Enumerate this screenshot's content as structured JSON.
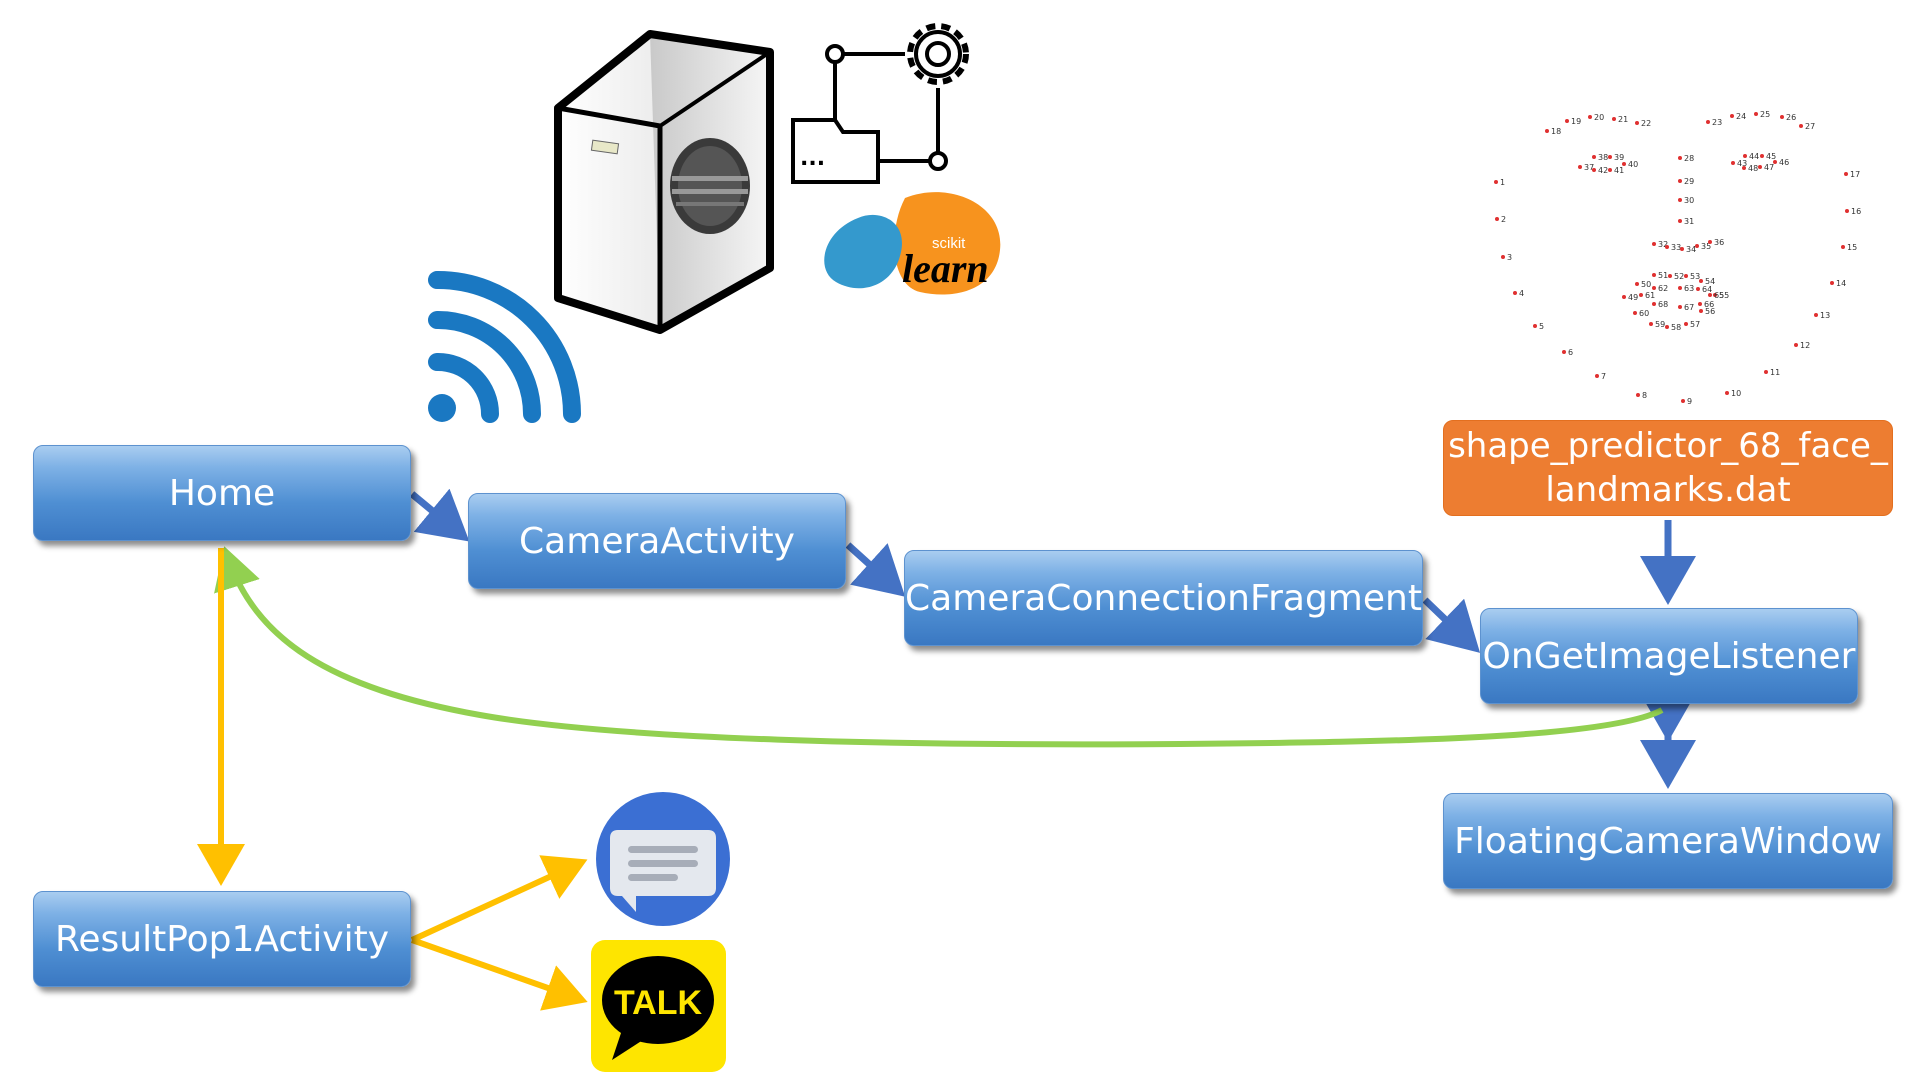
{
  "nodes": {
    "home": "Home",
    "camera_activity": "CameraActivity",
    "camera_connection_fragment": "CameraConnectionFragment",
    "on_get_image_listener": "OnGetImageListener",
    "floating_camera_window": "FloatingCameraWindow",
    "result_pop1_activity": "ResultPop1Activity",
    "shape_predictor": {
      "line1": "shape_predictor_68_face_",
      "line2": "landmarks.dat"
    }
  },
  "logos": {
    "sklearn_small": "scikit",
    "sklearn_main": "learn",
    "kakao_talk": "TALK",
    "config_dots": "..."
  },
  "icons": [
    "server-icon",
    "wifi-icon",
    "config-flow-icon",
    "gear-icon",
    "folder-icon",
    "scikit-learn-logo",
    "messages-app-icon",
    "kakaotalk-icon",
    "face-landmarks-map"
  ],
  "colors": {
    "node_blue": "#4f8fd3",
    "orange_box": "#ed7d31",
    "arrow_blue": "#4472c4",
    "arrow_yellow": "#ffc000",
    "arrow_green": "#92d050",
    "wifi_blue": "#1a78c2",
    "messages_blue": "#3b6fd3",
    "kakao_yellow": "#fee500",
    "sklearn_orange": "#f7931e",
    "sklearn_blue": "#3499cd"
  },
  "face_landmarks": [
    "1",
    "2",
    "3",
    "4",
    "5",
    "6",
    "7",
    "8",
    "9",
    "10",
    "11",
    "12",
    "13",
    "14",
    "15",
    "16",
    "17",
    "18",
    "19",
    "20",
    "21",
    "22",
    "23",
    "24",
    "25",
    "26",
    "27",
    "28",
    "29",
    "30",
    "31",
    "32",
    "33",
    "34",
    "35",
    "36",
    "37",
    "38",
    "39",
    "40",
    "41",
    "42",
    "43",
    "44",
    "45",
    "46",
    "47",
    "48",
    "49",
    "50",
    "51",
    "52",
    "53",
    "54",
    "55",
    "56",
    "57",
    "58",
    "59",
    "60",
    "61",
    "62",
    "63",
    "64",
    "65",
    "66",
    "67",
    "68"
  ]
}
